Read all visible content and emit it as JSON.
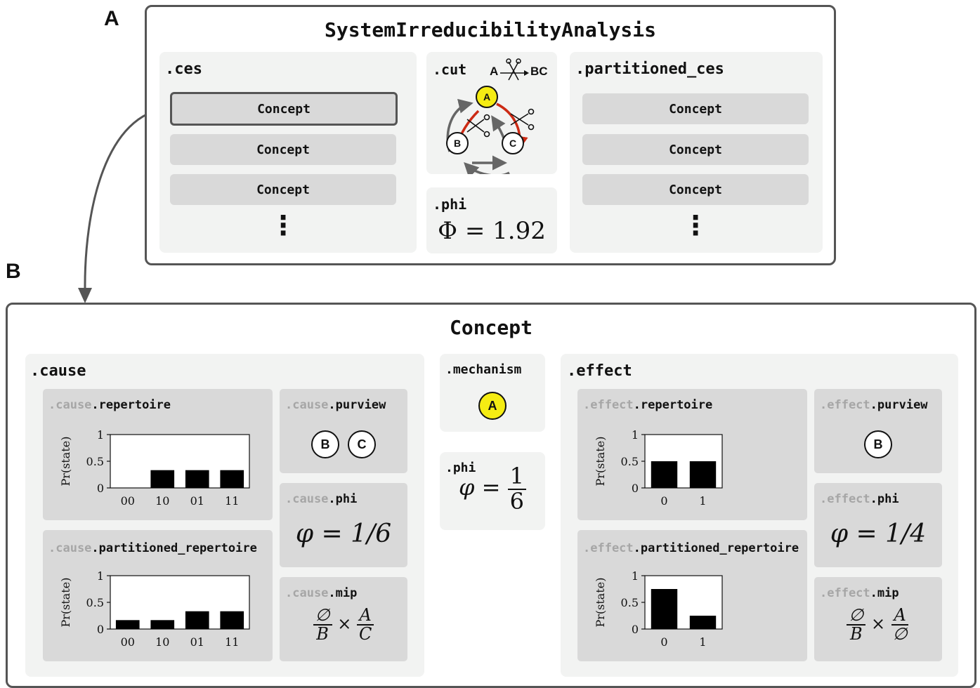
{
  "panels": {
    "a": "A",
    "b": "B"
  },
  "sia": {
    "title": "SystemIrreducibilityAnalysis",
    "ces": {
      "label": ".ces",
      "items": [
        "Concept",
        "Concept",
        "Concept"
      ],
      "more": "⋮"
    },
    "cut": {
      "label": ".cut",
      "from": "A",
      "to": "BC",
      "nodes": [
        "A",
        "B",
        "C"
      ]
    },
    "phi": {
      "label": ".phi",
      "symbol": "Φ",
      "value": "1.92"
    },
    "partitioned_ces": {
      "label": ".partitioned_ces",
      "items": [
        "Concept",
        "Concept",
        "Concept"
      ],
      "more": "⋮"
    }
  },
  "concept": {
    "title": "Concept",
    "cause": {
      "label": ".cause",
      "prefix": ".cause",
      "repertoire": {
        "label": ".repertoire"
      },
      "partitioned_repertoire": {
        "label": ".partitioned_repertoire"
      },
      "purview": {
        "label": ".purview",
        "nodes": [
          "B",
          "C"
        ]
      },
      "phi": {
        "label": ".phi",
        "symbol": "φ",
        "value": "1/6"
      },
      "mip": {
        "label": ".mip",
        "part1": {
          "num": "∅",
          "den": "B"
        },
        "part2": {
          "num": "A",
          "den": "C"
        }
      }
    },
    "mechanism": {
      "label": ".mechanism",
      "node": "A"
    },
    "phi": {
      "label": ".phi",
      "symbol": "φ",
      "num": "1",
      "den": "6"
    },
    "effect": {
      "label": ".effect",
      "prefix": ".effect",
      "repertoire": {
        "label": ".repertoire"
      },
      "partitioned_repertoire": {
        "label": ".partitioned_repertoire"
      },
      "purview": {
        "label": ".purview",
        "nodes": [
          "B"
        ]
      },
      "phi": {
        "label": ".phi",
        "symbol": "φ",
        "value": "1/4"
      },
      "mip": {
        "label": ".mip",
        "part1": {
          "num": "∅",
          "den": "B"
        },
        "part2": {
          "num": "A",
          "den": "∅"
        }
      }
    }
  },
  "chart_data": [
    {
      "type": "bar",
      "title": ".cause.repertoire",
      "ylabel": "Pr(state)",
      "categories": [
        "00",
        "10",
        "01",
        "11"
      ],
      "values": [
        0,
        0.333,
        0.333,
        0.333
      ],
      "ylim": [
        0,
        1
      ],
      "yticks": [
        "0",
        "0.5",
        "1"
      ]
    },
    {
      "type": "bar",
      "title": ".cause.partitioned_repertoire",
      "ylabel": "Pr(state)",
      "categories": [
        "00",
        "10",
        "01",
        "11"
      ],
      "values": [
        0.167,
        0.167,
        0.333,
        0.333
      ],
      "ylim": [
        0,
        1
      ],
      "yticks": [
        "0",
        "0.5",
        "1"
      ]
    },
    {
      "type": "bar",
      "title": ".effect.repertoire",
      "ylabel": "Pr(state)",
      "categories": [
        "0",
        "1"
      ],
      "values": [
        0.5,
        0.5
      ],
      "ylim": [
        0,
        1
      ],
      "yticks": [
        "0",
        "0.5",
        "1"
      ]
    },
    {
      "type": "bar",
      "title": ".effect.partitioned_repertoire",
      "ylabel": "Pr(state)",
      "categories": [
        "0",
        "1"
      ],
      "values": [
        0.75,
        0.25
      ],
      "ylim": [
        0,
        1
      ],
      "yticks": [
        "0",
        "0.5",
        "1"
      ]
    }
  ]
}
